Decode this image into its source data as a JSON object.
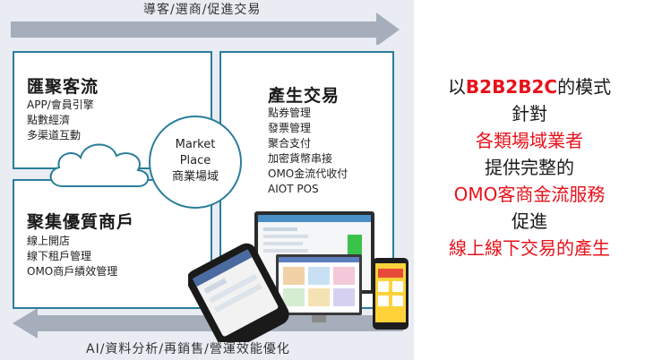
{
  "top_arrow": {
    "label": "導客/選商/促進交易"
  },
  "bottom_arrow": {
    "label": "AI/資料分析/再銷售/營運效能優化"
  },
  "box_traffic": {
    "title": "匯聚客流",
    "items": [
      "APP/會員引擎",
      "點數經濟",
      "多渠道互動"
    ]
  },
  "box_merchants": {
    "title": "聚集優質商戶",
    "items": [
      "線上開店",
      "線下租戶管理",
      "OMO商戶績效管理"
    ]
  },
  "box_transaction": {
    "title": "產生交易",
    "items": [
      "點券管理",
      "發票管理",
      "聚合支付",
      "加密貨幣串接",
      "OMO金流代收付",
      "AIOT POS"
    ]
  },
  "center_circle": {
    "line1": "Market",
    "line2": "Place",
    "line3": "商業場域"
  },
  "right_text": {
    "line1_prefix": "以",
    "line1_highlight": "B2B2B2C",
    "line1_suffix": "的模式",
    "line2": "針對",
    "line3": "各類場域業者",
    "line4": "提供完整的",
    "line5": "OMO客商金流服務",
    "line6": "促進",
    "line7": "線上線下交易的產生"
  },
  "colors": {
    "box_border": "#2a7d9a",
    "arrow_fill": "#a6adbb",
    "highlight_red": "#e8111a",
    "panel_bg": "#e9edf3"
  }
}
